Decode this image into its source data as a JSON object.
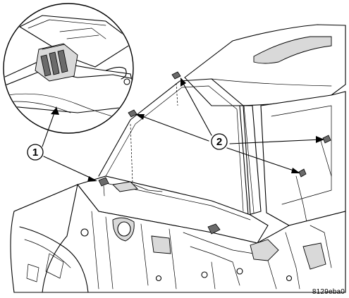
{
  "callouts": {
    "one": "1",
    "two": "2"
  },
  "figure_id": "8129eba0"
}
